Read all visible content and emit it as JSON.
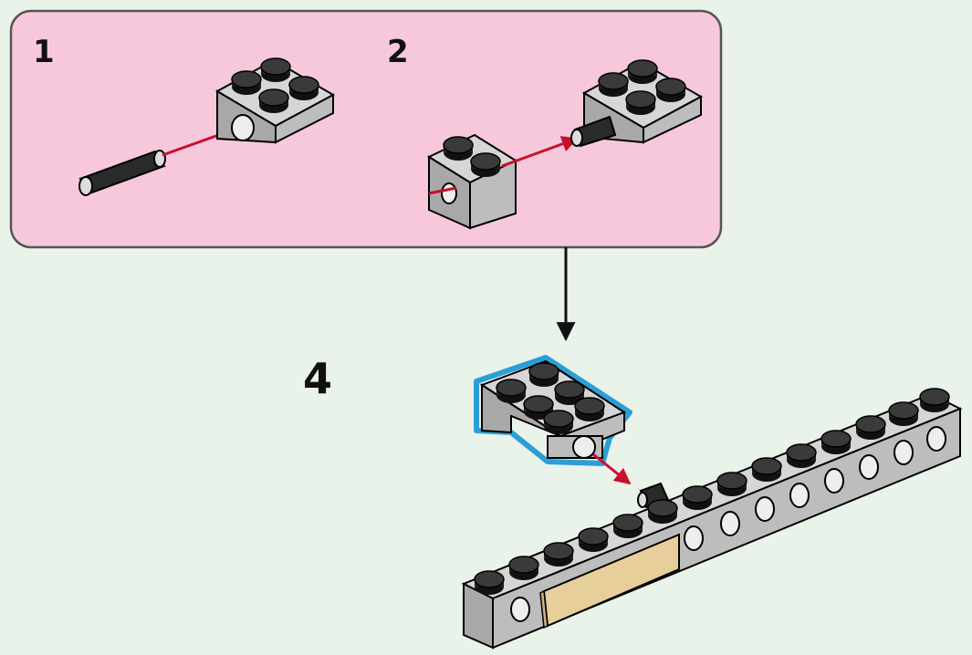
{
  "steps": {
    "sub_step_1": "1",
    "sub_step_2": "2",
    "main_step": "4"
  },
  "colors": {
    "background": "#eaf3ea",
    "callout_fill": "#f7c8dc",
    "callout_border": "#555555",
    "brick_light_gray": "#bfbfbf",
    "brick_dark_stud": "#222222",
    "pin_black": "#2a2a2a",
    "arrow_red": "#c8102e",
    "highlight_blue": "#2a9fd6",
    "tile_tan": "#e6cf9a"
  },
  "icons": [
    "connector-pin-icon",
    "plate-with-pin-hole-icon",
    "brick-with-hole-icon",
    "technic-beam-icon",
    "tan-tile-icon"
  ]
}
